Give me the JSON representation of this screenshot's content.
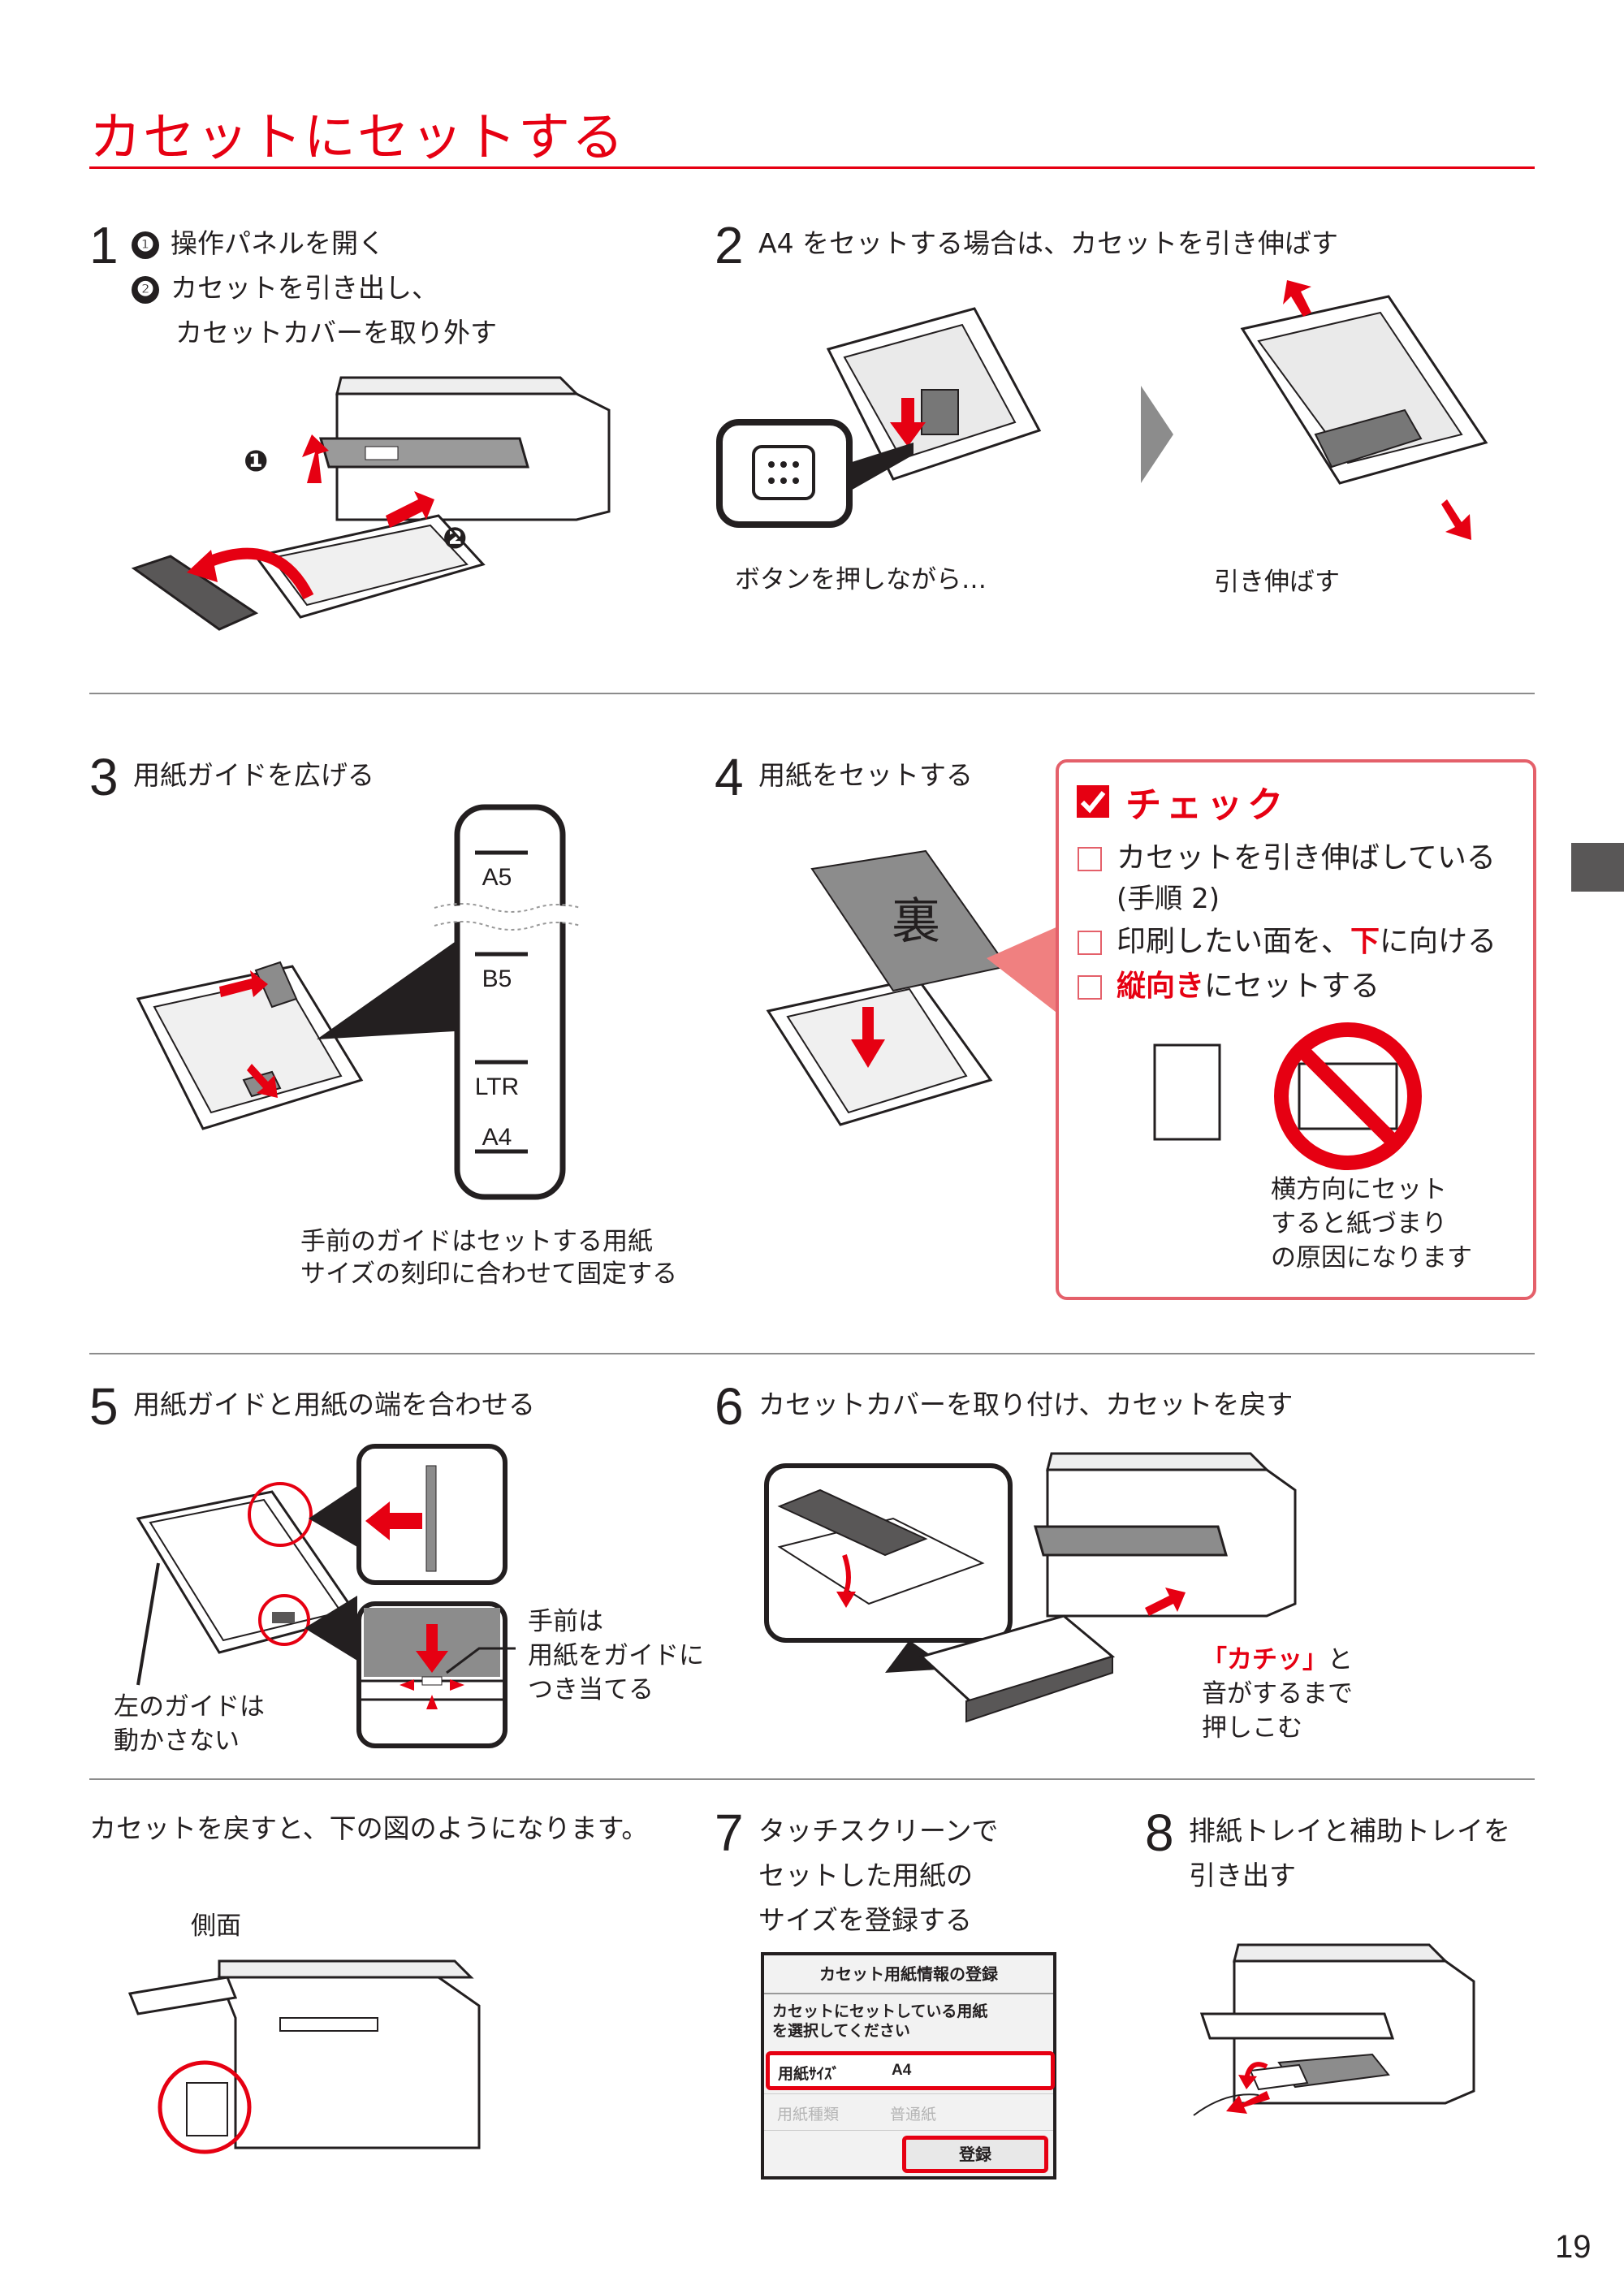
{
  "title": "カセットにセットする",
  "page_number": "19",
  "step1": {
    "num": "1",
    "marker1": "❶",
    "line1": "操作パネルを開く",
    "marker2": "❷",
    "line2a": "カセットを引き出し、",
    "line2b": "カセットカバーを取り外す",
    "fig_marker1": "❶",
    "fig_marker2": "❷"
  },
  "step2": {
    "num": "2",
    "text": "A4 をセットする場合は、カセットを引き伸ばす",
    "caption_left": "ボタンを押しながら…",
    "caption_right": "引き伸ばす"
  },
  "step3": {
    "num": "3",
    "text": "用紙ガイドを広げる",
    "marks": [
      "A5",
      "B5",
      "LTR",
      "A4"
    ],
    "caption1": "手前のガイドはセットする用紙",
    "caption2": "サイズの刻印に合わせて固定する"
  },
  "step4": {
    "num": "4",
    "text": "用紙をセットする",
    "paper_label": "裏"
  },
  "check": {
    "title": "チェック",
    "item1a": "カセットを引き伸ばしている",
    "item1b": "(手順 2)",
    "item2_pre": "印刷したい面を、",
    "item2_red": "下",
    "item2_post": "に向ける",
    "item3_red": "縦向き",
    "item3_post": "にセットする",
    "warn1": "横方向にセット",
    "warn2": "すると紙づまり",
    "warn3": "の原因になります"
  },
  "step5": {
    "num": "5",
    "text": "用紙ガイドと用紙の端を合わせる",
    "left1": "左のガイドは",
    "left2": "動かさない",
    "right1": "手前は",
    "right2": "用紙をガイドに",
    "right3": "つき当てる"
  },
  "step6": {
    "num": "6",
    "text": "カセットカバーを取り付け、カセットを戻す",
    "note_red": "「カチッ」",
    "note_post": "と",
    "note2": "音がするまで",
    "note3": "押しこむ"
  },
  "after": {
    "text": "カセットを戻すと、下の図のようになります。",
    "side_label": "側面"
  },
  "step7": {
    "num": "7",
    "line1": "タッチスクリーンで",
    "line2": "セットした用紙の",
    "line3": "サイズを登録する",
    "screen": {
      "header": "カセット用紙情報の登録",
      "msg1": "カセットにセットしている用紙",
      "msg2": "を選択してください",
      "size_label": "用紙ｻｲｽﾞ",
      "size_value": "A4",
      "type_label": "用紙種類",
      "type_value": "普通紙",
      "button": "登録"
    }
  },
  "step8": {
    "num": "8",
    "line1": "排紙トレイと補助トレイを",
    "line2": "引き出す"
  },
  "colors": {
    "accent": "#e60012",
    "check_border": "#e4606a",
    "tab": "#595757"
  }
}
